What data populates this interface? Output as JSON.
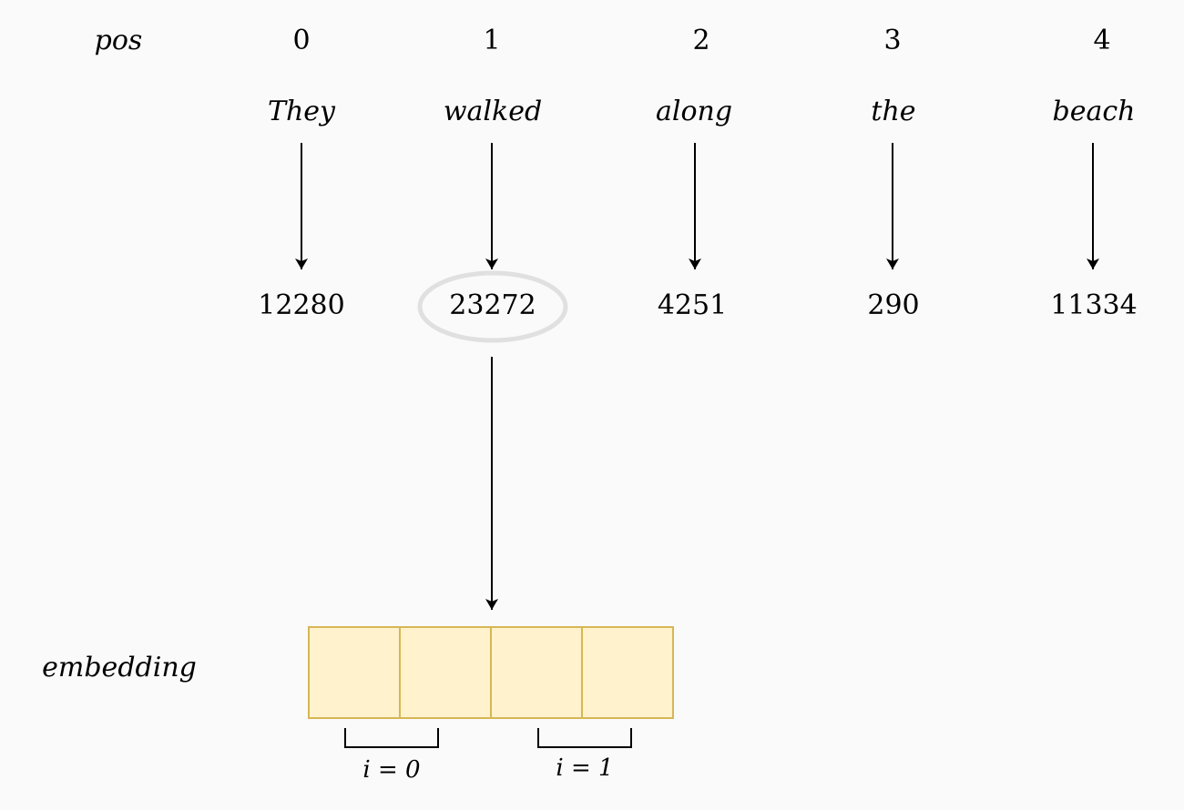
{
  "pos_label": "pos",
  "positions": [
    "0",
    "1",
    "2",
    "3",
    "4"
  ],
  "words": [
    "They",
    "walked",
    "along",
    "the",
    "beach"
  ],
  "token_ids": [
    "12280",
    "23272",
    "4251",
    "290",
    "11334"
  ],
  "highlighted_token_index": 1,
  "embedding_label": "embedding",
  "embedding_cell_count": 4,
  "index_labels": [
    "i = 0",
    "i = 1"
  ],
  "colors": {
    "background": "#fafafa",
    "embedding_fill": "#fff2cc",
    "embedding_stroke": "#d6b656",
    "highlight_ellipse": "#e0e0e0",
    "stroke": "#000000"
  }
}
